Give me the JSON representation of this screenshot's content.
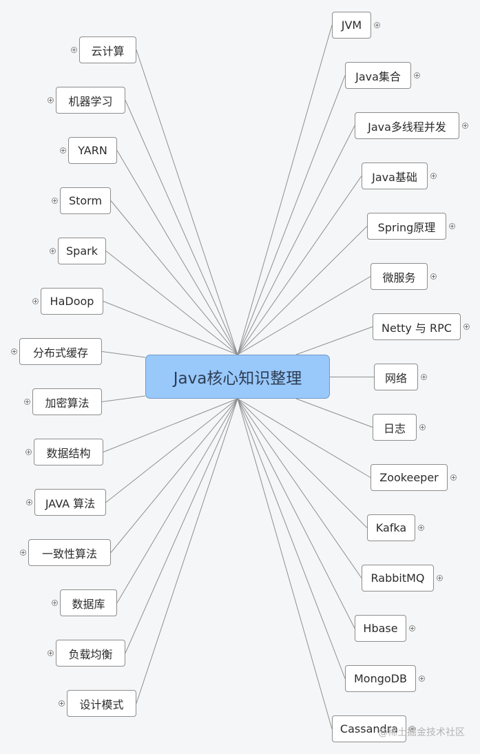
{
  "center": {
    "label": "Java核心知识整理"
  },
  "left_nodes": [
    {
      "label": "云计算"
    },
    {
      "label": "机器学习"
    },
    {
      "label": "YARN"
    },
    {
      "label": "Storm"
    },
    {
      "label": "Spark"
    },
    {
      "label": "HaDoop"
    },
    {
      "label": "分布式缓存"
    },
    {
      "label": "加密算法"
    },
    {
      "label": "数据结构"
    },
    {
      "label": "JAVA 算法"
    },
    {
      "label": "一致性算法"
    },
    {
      "label": "数据库"
    },
    {
      "label": "负载均衡"
    },
    {
      "label": "设计模式"
    }
  ],
  "right_nodes": [
    {
      "label": "JVM"
    },
    {
      "label": "Java集合"
    },
    {
      "label": "Java多线程并发"
    },
    {
      "label": "Java基础"
    },
    {
      "label": "Spring原理"
    },
    {
      "label": "微服务"
    },
    {
      "label": "Netty 与 RPC"
    },
    {
      "label": "网络"
    },
    {
      "label": "日志"
    },
    {
      "label": "Zookeeper"
    },
    {
      "label": "Kafka"
    },
    {
      "label": "RabbitMQ"
    },
    {
      "label": "Hbase"
    },
    {
      "label": "MongoDB"
    },
    {
      "label": "Cassandra"
    }
  ],
  "watermark": "@稀土掘金技术社区",
  "colors": {
    "center_fill": "#99c8fb",
    "node_border": "#8c8c8c",
    "connector": "#8e8e8e",
    "background": "#f5f6f7"
  }
}
